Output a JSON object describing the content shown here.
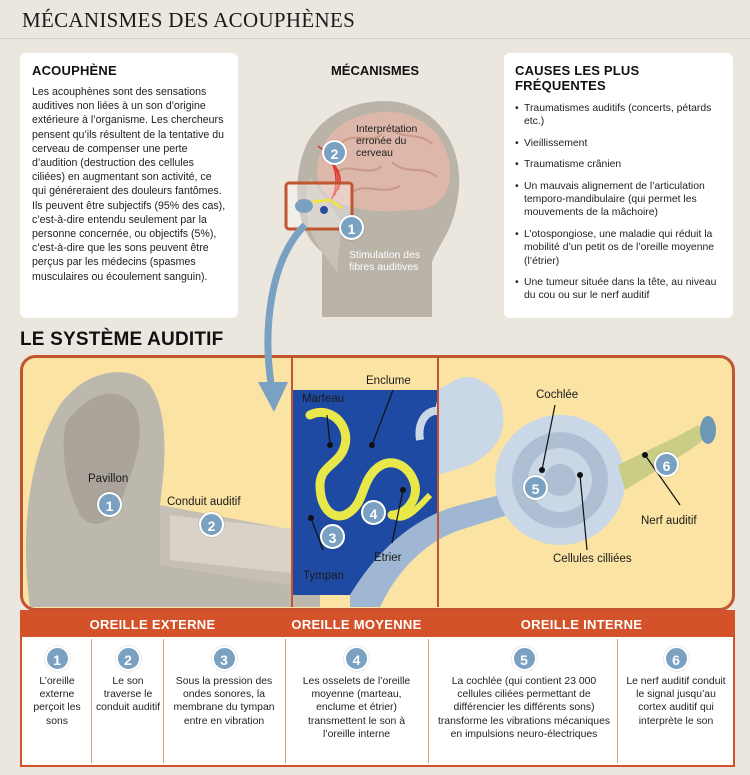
{
  "title": "MÉCANISMES DES ACOUPHÈNES",
  "acouphene": {
    "heading": "ACOUPHÈNE",
    "text": "Les acouphènes sont des sensations auditives non liées à un son d’origine extérieure à l’organisme. Les chercheurs pensent qu’ils résultent de la tentative du cerveau de compenser une perte d’audition (destruction des cellules ciliées) en augmentant son activité, ce qui généreraient des douleurs fantômes. Ils peuvent être subjectifs (95% des cas), c’est-à-dire entendu seulement par la personne concernée, ou objectifs (5%), c’est-à-dire que les sons peuvent être perçus par les médecins (spasmes musculaires ou écoulement sanguin)."
  },
  "mecanismes": {
    "heading": "MÉCANISMES",
    "label_1": "Stimulation des fibres auditives",
    "label_2": "Interprétation erronée du cerveau",
    "num_1": "1",
    "num_2": "2"
  },
  "causes": {
    "heading": "CAUSES LES PLUS FRÉQUENTES",
    "items": [
      "Traumatismes auditifs (concerts, pétards etc.)",
      "Vieillissement",
      "Traumatisme crânien",
      "Un mauvais alignement de l’articulation temporo-mandibulaire (qui permet les mouvements de la mâchoire)",
      "L’otospongiose, une maladie qui réduit la mobilité d’un petit os de l’oreille moyenne (l’étrier)",
      "Une tumeur située dans la tête, au niveau du cou ou sur le nerf auditif"
    ]
  },
  "systeme": {
    "heading": "LE SYSTÈME AUDITIF",
    "labels": {
      "pavillon": "Pavillon",
      "conduit": "Conduit auditif",
      "marteau": "Marteau",
      "enclume": "Enclume",
      "tympan": "Tympan",
      "etrier": "Etrier",
      "cochlee": "Cochlée",
      "cellules": "Cellules cilliées",
      "nerf": "Nerf auditif"
    },
    "sections": [
      "OREILLE EXTERNE",
      "OREILLE MOYENNE",
      "OREILLE INTERNE"
    ],
    "steps": [
      {
        "num": "1",
        "text": "L’oreille externe perçoit les sons"
      },
      {
        "num": "2",
        "text": "Le son traverse le conduit auditif"
      },
      {
        "num": "3",
        "text": "Sous la pression des ondes sonores, la membrane du tympan entre en vibration"
      },
      {
        "num": "4",
        "text": "Les osselets de l’oreille moyenne (marteau, enclume et étrier) transmettent le son à l’oreille interne"
      },
      {
        "num": "5",
        "text": "La cochlée (qui contient 23 000 cellules ciliées permettant de différencier les différents sons) transforme les vibrations mécaniques en impulsions neuro-électriques"
      },
      {
        "num": "6",
        "text": "Le nerf auditif conduit le signal jusqu’au cortex auditif qui interprète le son"
      }
    ]
  },
  "colors": {
    "accent": "#d3522a",
    "circle": "#7aa1c2",
    "panel": "#fbe3a4",
    "background": "#ebe6de"
  }
}
